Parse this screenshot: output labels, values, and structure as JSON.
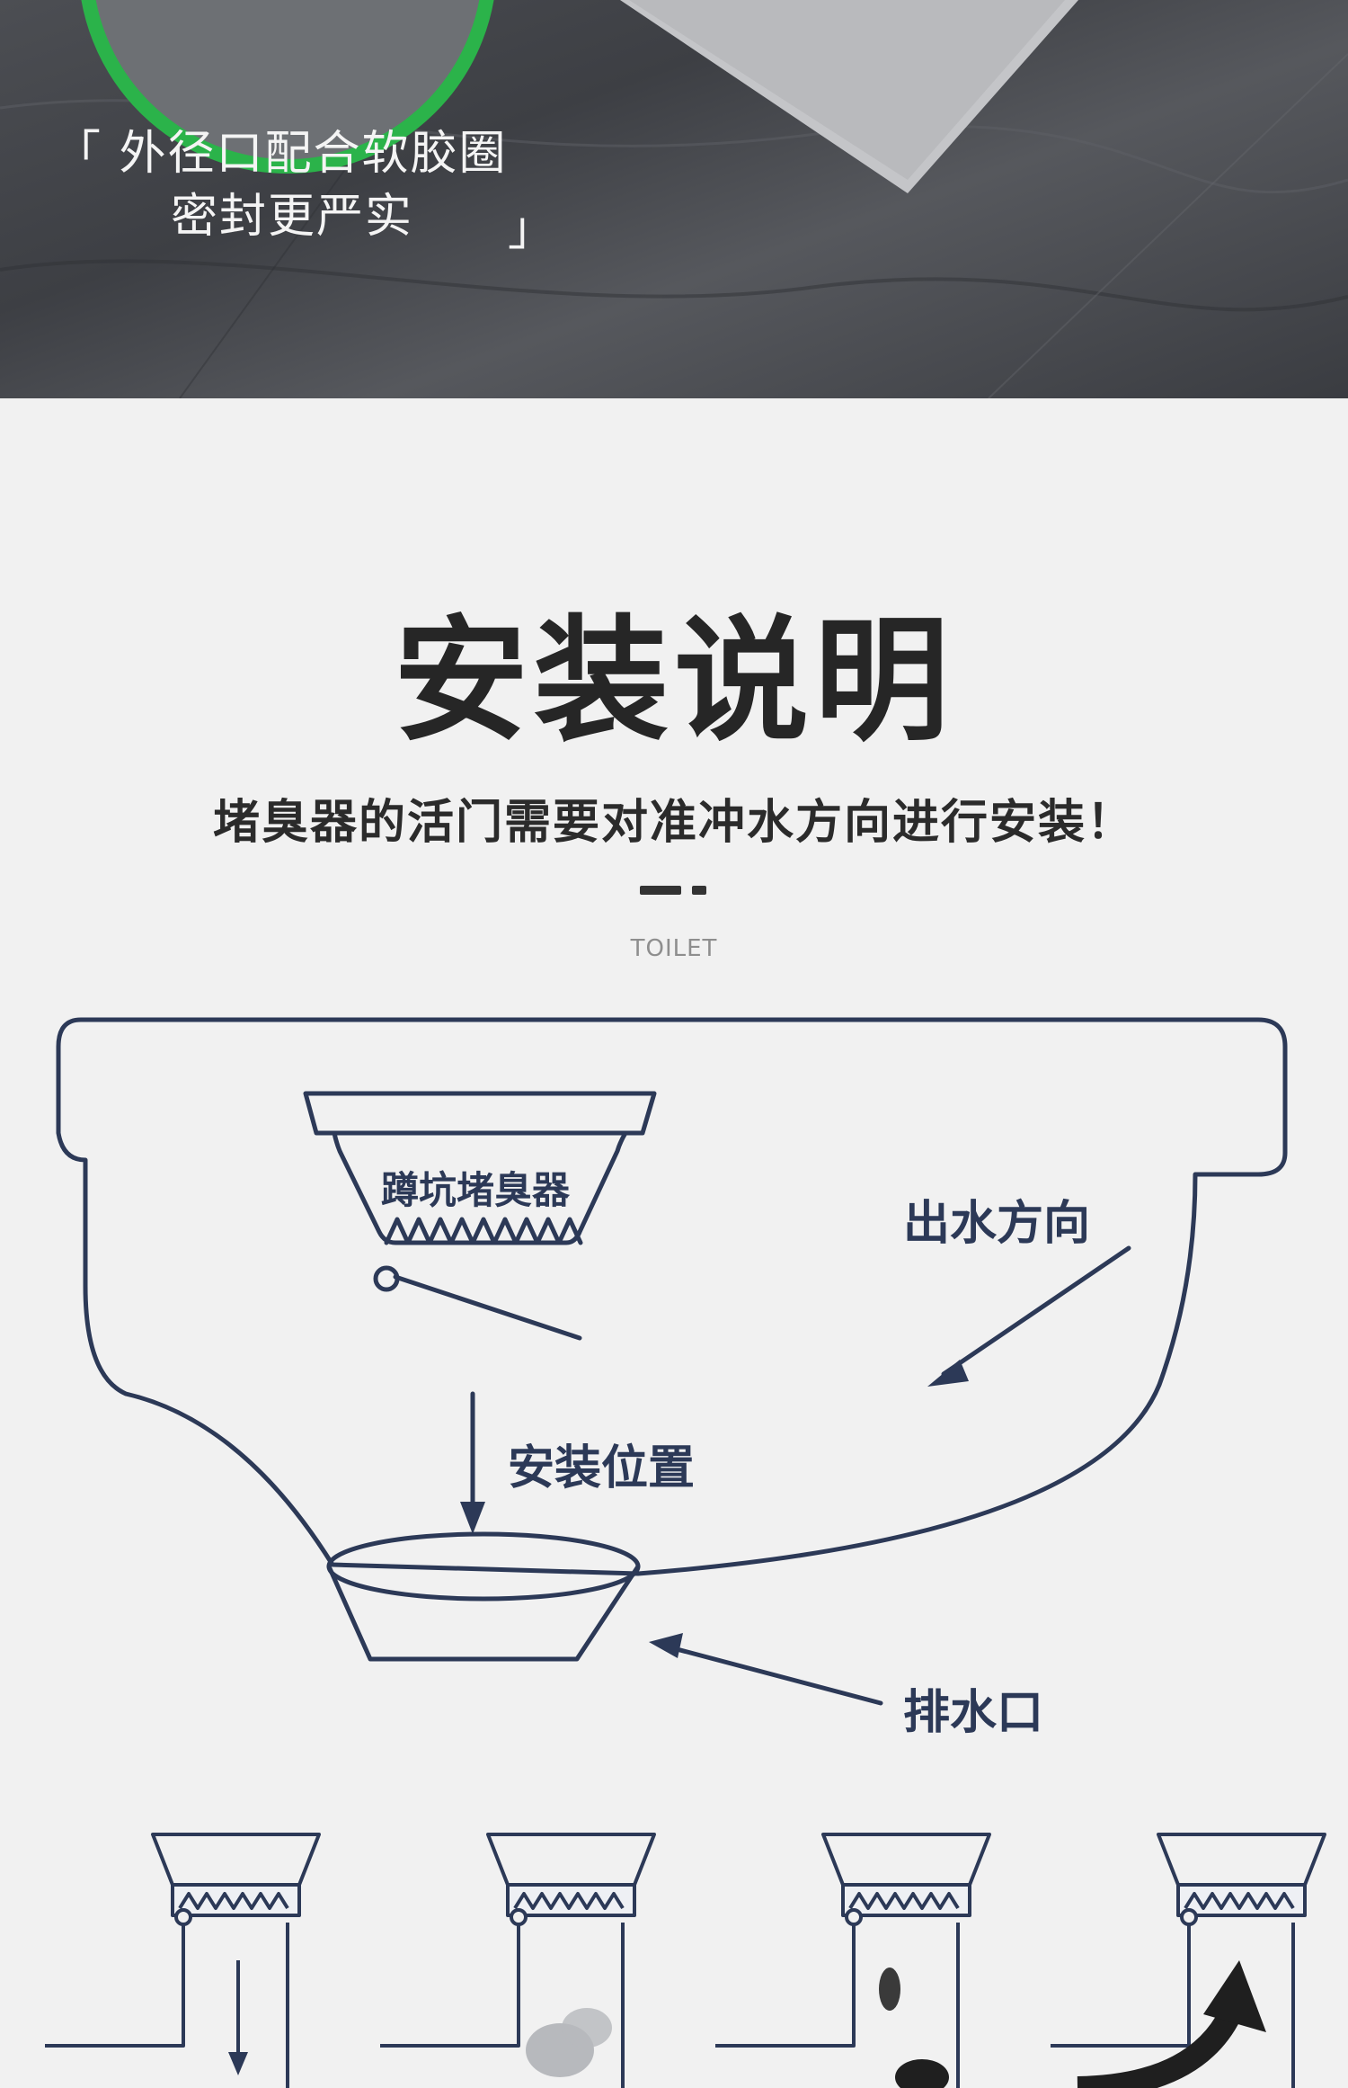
{
  "photo": {
    "caption_line1": "「 外径口配合软胶圈",
    "caption_line2": "密封更严实",
    "caption_close": "」"
  },
  "section": {
    "title": "安装说明",
    "subtitle": "堵臭器的活门需要对准冲水方向进行安装！",
    "en_label": "TOILET"
  },
  "diagram": {
    "device_label": "蹲坑堵臭器",
    "water_direction_label": "出水方向",
    "install_position_label": "安装位置",
    "drain_label": "排水口"
  },
  "colors": {
    "line": "#2c3957",
    "band_green": "#2bb34a",
    "background": "#f1f1f1"
  }
}
